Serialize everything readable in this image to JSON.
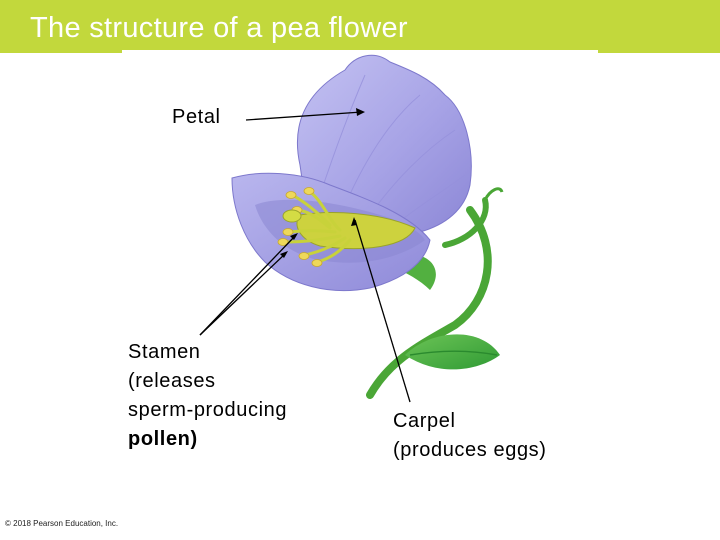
{
  "title": "The structure of a pea flower",
  "labels": {
    "petal": "Petal",
    "stamen_line1": "Stamen",
    "stamen_line2": "(releases",
    "stamen_line3": "sperm-producing",
    "stamen_line4": "pollen)",
    "carpel_line1": "Carpel",
    "carpel_line2": "(produces eggs)"
  },
  "copyright": "© 2018 Pearson Education, Inc.",
  "colors": {
    "title_bar": "#c2d83c",
    "title_text": "#ffffff",
    "petal": "#a9a6e8",
    "stem": "#4aa636",
    "leaf": "#3fae3a",
    "stamen": "#c8d23a",
    "anther": "#eed85a"
  }
}
